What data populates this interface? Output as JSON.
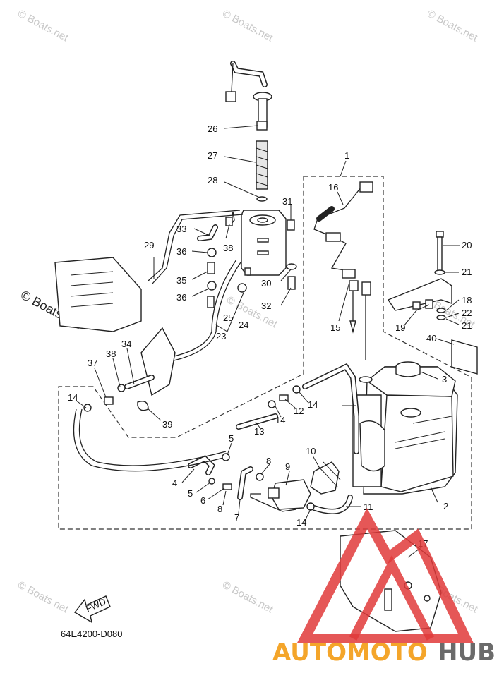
{
  "diagram_code": "64E4200-D080",
  "fwd_label": "FWD",
  "watermark": "© Boats.net",
  "logo": {
    "part1": "AUTOMOTO",
    "part2": "HUB",
    "color1": "#f4a52a",
    "color2": "#6b6b6b",
    "triangle_color": "#e03a3a"
  },
  "callouts": {
    "c1": "1",
    "c2": "2",
    "c3": "3",
    "c4": "4",
    "c5a": "5",
    "c5b": "5",
    "c6": "6",
    "c7": "7",
    "c8a": "8",
    "c8b": "8",
    "c9": "9",
    "c10": "10",
    "c11": "11",
    "c12": "12",
    "c13": "13",
    "c14a": "14",
    "c14b": "14",
    "c14c": "14",
    "c14d": "14",
    "c15": "15",
    "c16": "16",
    "c17": "17",
    "c18": "18",
    "c19": "19",
    "c20": "20",
    "c21a": "21",
    "c21b": "21",
    "c22": "22",
    "c23": "23",
    "c24": "24",
    "c25": "25",
    "c26": "26",
    "c27": "27",
    "c28": "28",
    "c29": "29",
    "c30": "30",
    "c31": "31",
    "c32": "32",
    "c33": "33",
    "c34": "34",
    "c35": "35",
    "c36a": "36",
    "c36b": "36",
    "c37": "37",
    "c38a": "38",
    "c38b": "38",
    "c39": "39",
    "c40": "40"
  }
}
